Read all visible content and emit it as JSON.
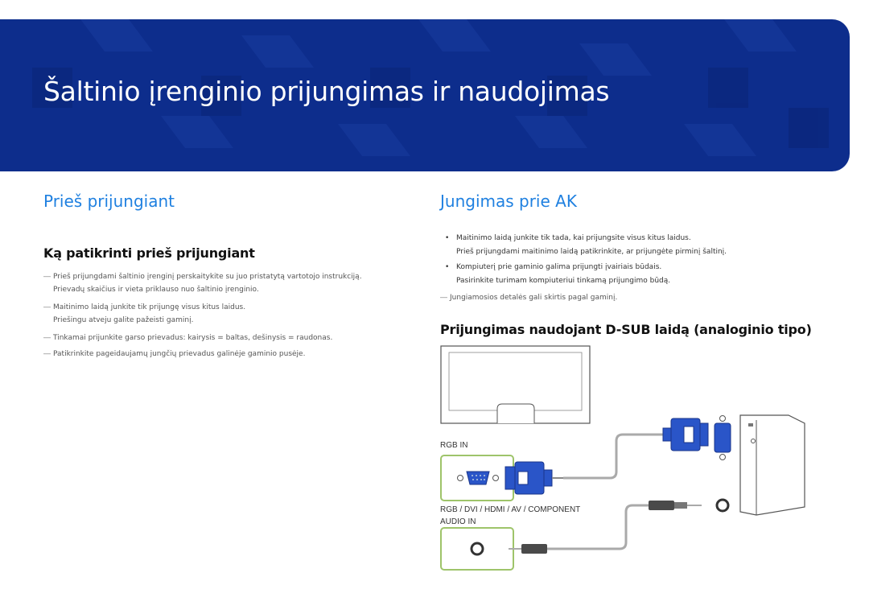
{
  "banner": {
    "title": "Šaltinio įrenginio prijungimas ir naudojimas",
    "color": "#0d2d8c"
  },
  "left": {
    "heading": "Prieš prijungiant",
    "subheading": "Ką patikrinti prieš prijungiant",
    "notes": [
      {
        "line1": "Prieš prijungdami šaltinio įrenginį perskaitykite su juo pristatytą vartotojo instrukciją.",
        "line2": "Prievadų skaičius ir vieta priklauso nuo šaltinio įrenginio."
      },
      {
        "line1": "Maitinimo laidą junkite tik prijungę visus kitus laidus.",
        "line2": "Priešingu atveju galite pažeisti gaminį."
      },
      {
        "line1": "Tinkamai prijunkite garso prievadus: kairysis = baltas, dešinysis = raudonas.",
        "line2": ""
      },
      {
        "line1": "Patikrinkite pageidaujamų jungčių prievadus galinėje gaminio pusėje.",
        "line2": ""
      }
    ]
  },
  "right": {
    "heading": "Jungimas prie AK",
    "bullets": [
      {
        "line1": "Maitinimo laidą junkite tik tada, kai prijungsite visus kitus laidus.",
        "line2": "Prieš prijungdami maitinimo laidą patikrinkite, ar prijungėte pirminį šaltinį."
      },
      {
        "line1": "Kompiuterį prie gaminio galima prijungti įvairiais būdais.",
        "line2": "Pasirinkite turimam kompiuteriui tinkamą prijungimo būdą."
      }
    ],
    "note": "Jungiamosios detalės gali skirtis pagal gaminį.",
    "subheading": "Prijungimas naudojant D-SUB laidą (analoginio tipo)",
    "diagram": {
      "rgb_in_label": "RGB IN",
      "audio_label_line1": "RGB / DVI / HDMI / AV / COMPONENT",
      "audio_label_line2": "AUDIO IN"
    }
  },
  "colors": {
    "accent": "#1f80e0",
    "port_highlight": "#9ec46a",
    "connector_blue": "#2a55c8"
  }
}
